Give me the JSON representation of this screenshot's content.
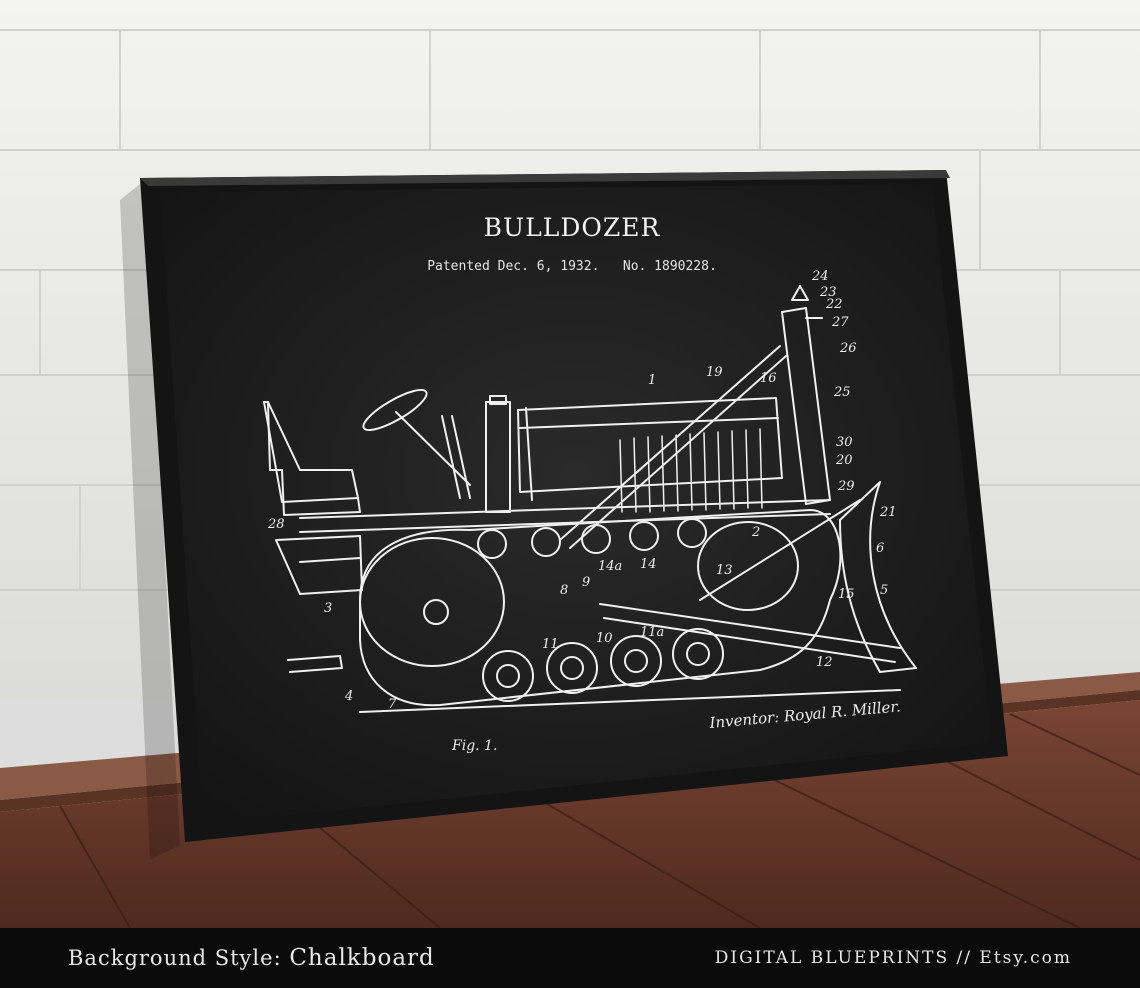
{
  "poster": {
    "title": "BULLDOZER",
    "subtitle": "Patented Dec. 6, 1932.   No. 1890228.",
    "inventor": "Inventor: Royal R. Miller.",
    "figure": "Fig. 1.",
    "callouts": [
      "1",
      "2",
      "3",
      "4",
      "5",
      "6",
      "7",
      "8",
      "9",
      "10",
      "11",
      "11a",
      "12",
      "13",
      "14",
      "14a",
      "15",
      "16",
      "19",
      "20",
      "21",
      "22",
      "23",
      "24",
      "25",
      "26",
      "27",
      "28",
      "29",
      "30"
    ]
  },
  "caption": {
    "style_label": "Background Style:",
    "style_value": "Chalkboard",
    "brand": "DIGITAL BLUEPRINTS // Etsy.com"
  },
  "colors": {
    "wall": "#e8e8e6",
    "floor": "#6b3a2a",
    "frame": "#141414",
    "chalkboard": "#1f1f1f",
    "chalk": "#f2f2f2",
    "caption_bg": "#0b0b0b"
  }
}
